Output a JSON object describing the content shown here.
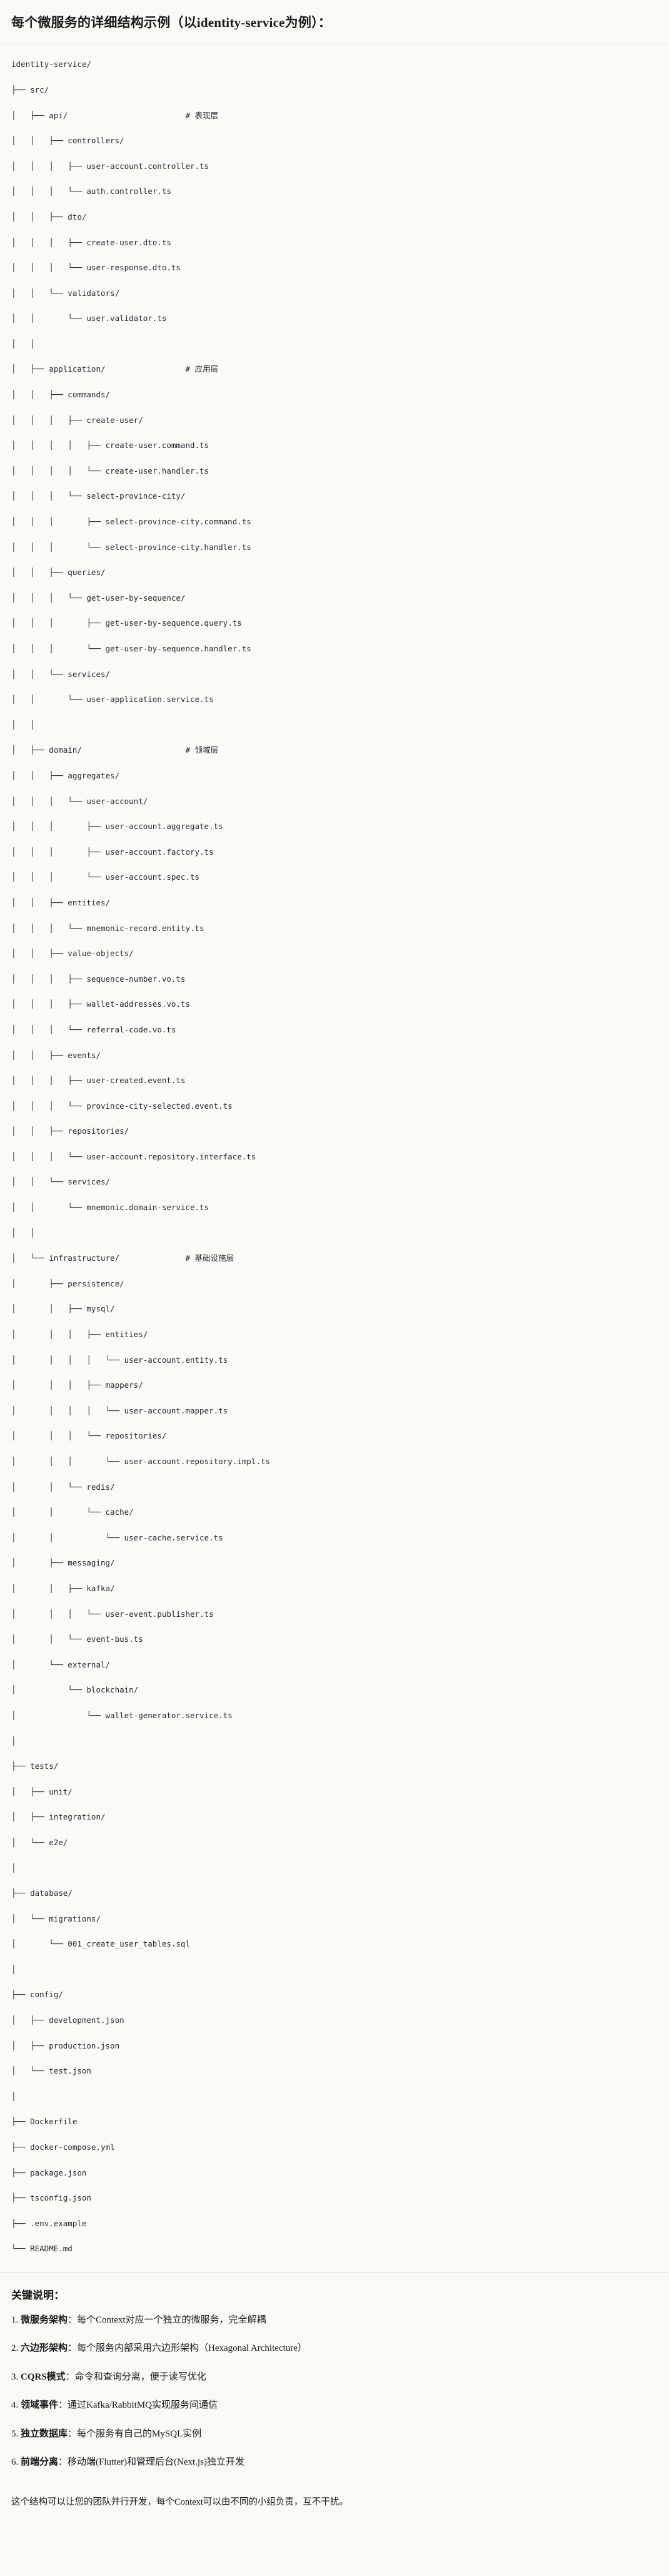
{
  "header": {
    "title": "每个微服务的详细结构示例（以identity-service为例）："
  },
  "tree": {
    "root": "identity-service/",
    "lines": [
      "identity-service/",
      "├── src/",
      "│   ├── api/                         # 表现层",
      "│   │   ├── controllers/",
      "│   │   │   ├── user-account.controller.ts",
      "│   │   │   └── auth.controller.ts",
      "│   │   ├── dto/",
      "│   │   │   ├── create-user.dto.ts",
      "│   │   │   └── user-response.dto.ts",
      "│   │   └── validators/",
      "│   │       └── user.validator.ts",
      "│   │",
      "│   ├── application/                 # 应用层",
      "│   │   ├── commands/",
      "│   │   │   ├── create-user/",
      "│   │   │   │   ├── create-user.command.ts",
      "│   │   │   │   └── create-user.handler.ts",
      "│   │   │   └── select-province-city/",
      "│   │   │       ├── select-province-city.command.ts",
      "│   │   │       └── select-province-city.handler.ts",
      "│   │   ├── queries/",
      "│   │   │   └── get-user-by-sequence/",
      "│   │   │       ├── get-user-by-sequence.query.ts",
      "│   │   │       └── get-user-by-sequence.handler.ts",
      "│   │   └── services/",
      "│   │       └── user-application.service.ts",
      "│   │",
      "│   ├── domain/                      # 领域层",
      "│   │   ├── aggregates/",
      "│   │   │   └── user-account/",
      "│   │   │       ├── user-account.aggregate.ts",
      "│   │   │       ├── user-account.factory.ts",
      "│   │   │       └── user-account.spec.ts",
      "│   │   ├── entities/",
      "│   │   │   └── mnemonic-record.entity.ts",
      "│   │   ├── value-objects/",
      "│   │   │   ├── sequence-number.vo.ts",
      "│   │   │   ├── wallet-addresses.vo.ts",
      "│   │   │   └── referral-code.vo.ts",
      "│   │   ├── events/",
      "│   │   │   ├── user-created.event.ts",
      "│   │   │   └── province-city-selected.event.ts",
      "│   │   ├── repositories/",
      "│   │   │   └── user-account.repository.interface.ts",
      "│   │   └── services/",
      "│   │       └── mnemonic.domain-service.ts",
      "│   │",
      "│   └── infrastructure/              # 基础设施层",
      "│       ├── persistence/",
      "│       │   ├── mysql/",
      "│       │   │   ├── entities/",
      "│       │   │   │   └── user-account.entity.ts",
      "│       │   │   ├── mappers/",
      "│       │   │   │   └── user-account.mapper.ts",
      "│       │   │   └── repositories/",
      "│       │   │       └── user-account.repository.impl.ts",
      "│       │   └── redis/",
      "│       │       └── cache/",
      "│       │           └── user-cache.service.ts",
      "│       ├── messaging/",
      "│       │   ├── kafka/",
      "│       │   │   └── user-event.publisher.ts",
      "│       │   └── event-bus.ts",
      "│       └── external/",
      "│           └── blockchain/",
      "│               └── wallet-generator.service.ts",
      "│",
      "├── tests/",
      "│   ├── unit/",
      "│   ├── integration/",
      "│   └── e2e/",
      "│",
      "├── database/",
      "│   └── migrations/",
      "│       └── 001_create_user_tables.sql",
      "│",
      "├── config/",
      "│   ├── development.json",
      "│   ├── production.json",
      "│   └── test.json",
      "│",
      "├── Dockerfile",
      "├── docker-compose.yml",
      "├── package.json",
      "├── tsconfig.json",
      "├── .env.example",
      "└── README.md"
    ],
    "layer_comments": [
      "# 表现层",
      "# 应用层",
      "# 领域层",
      "# 基础设施层"
    ]
  },
  "notes": {
    "heading": "关键说明：",
    "items": [
      {
        "num": "1.",
        "term": "微服务架构",
        "sep": "：",
        "desc": "每个Context对应一个独立的微服务，完全解耦"
      },
      {
        "num": "2.",
        "term": "六边形架构",
        "sep": "：",
        "desc": "每个服务内部采用六边形架构（Hexagonal Architecture）"
      },
      {
        "num": "3.",
        "term": "CQRS模式",
        "sep": "：",
        "desc": "命令和查询分离，便于读写优化"
      },
      {
        "num": "4.",
        "term": "领域事件",
        "sep": "：",
        "desc": "通过Kafka/RabbitMQ实现服务间通信"
      },
      {
        "num": "5.",
        "term": "独立数据库",
        "sep": "：",
        "desc": "每个服务有自己的MySQL实例"
      },
      {
        "num": "6.",
        "term": "前端分离",
        "sep": "：",
        "desc": "移动端(Flutter)和管理后台(Next.js)独立开发"
      }
    ],
    "closing": "这个结构可以让您的团队并行开发，每个Context可以由不同的小组负责，互不干扰。"
  },
  "colors": {
    "page_bg": "#fbfaf7",
    "panel_bg": "#faf9f6",
    "text": "#1a1a1a",
    "code_text": "#24292e",
    "divider": "#e6e3dd"
  }
}
